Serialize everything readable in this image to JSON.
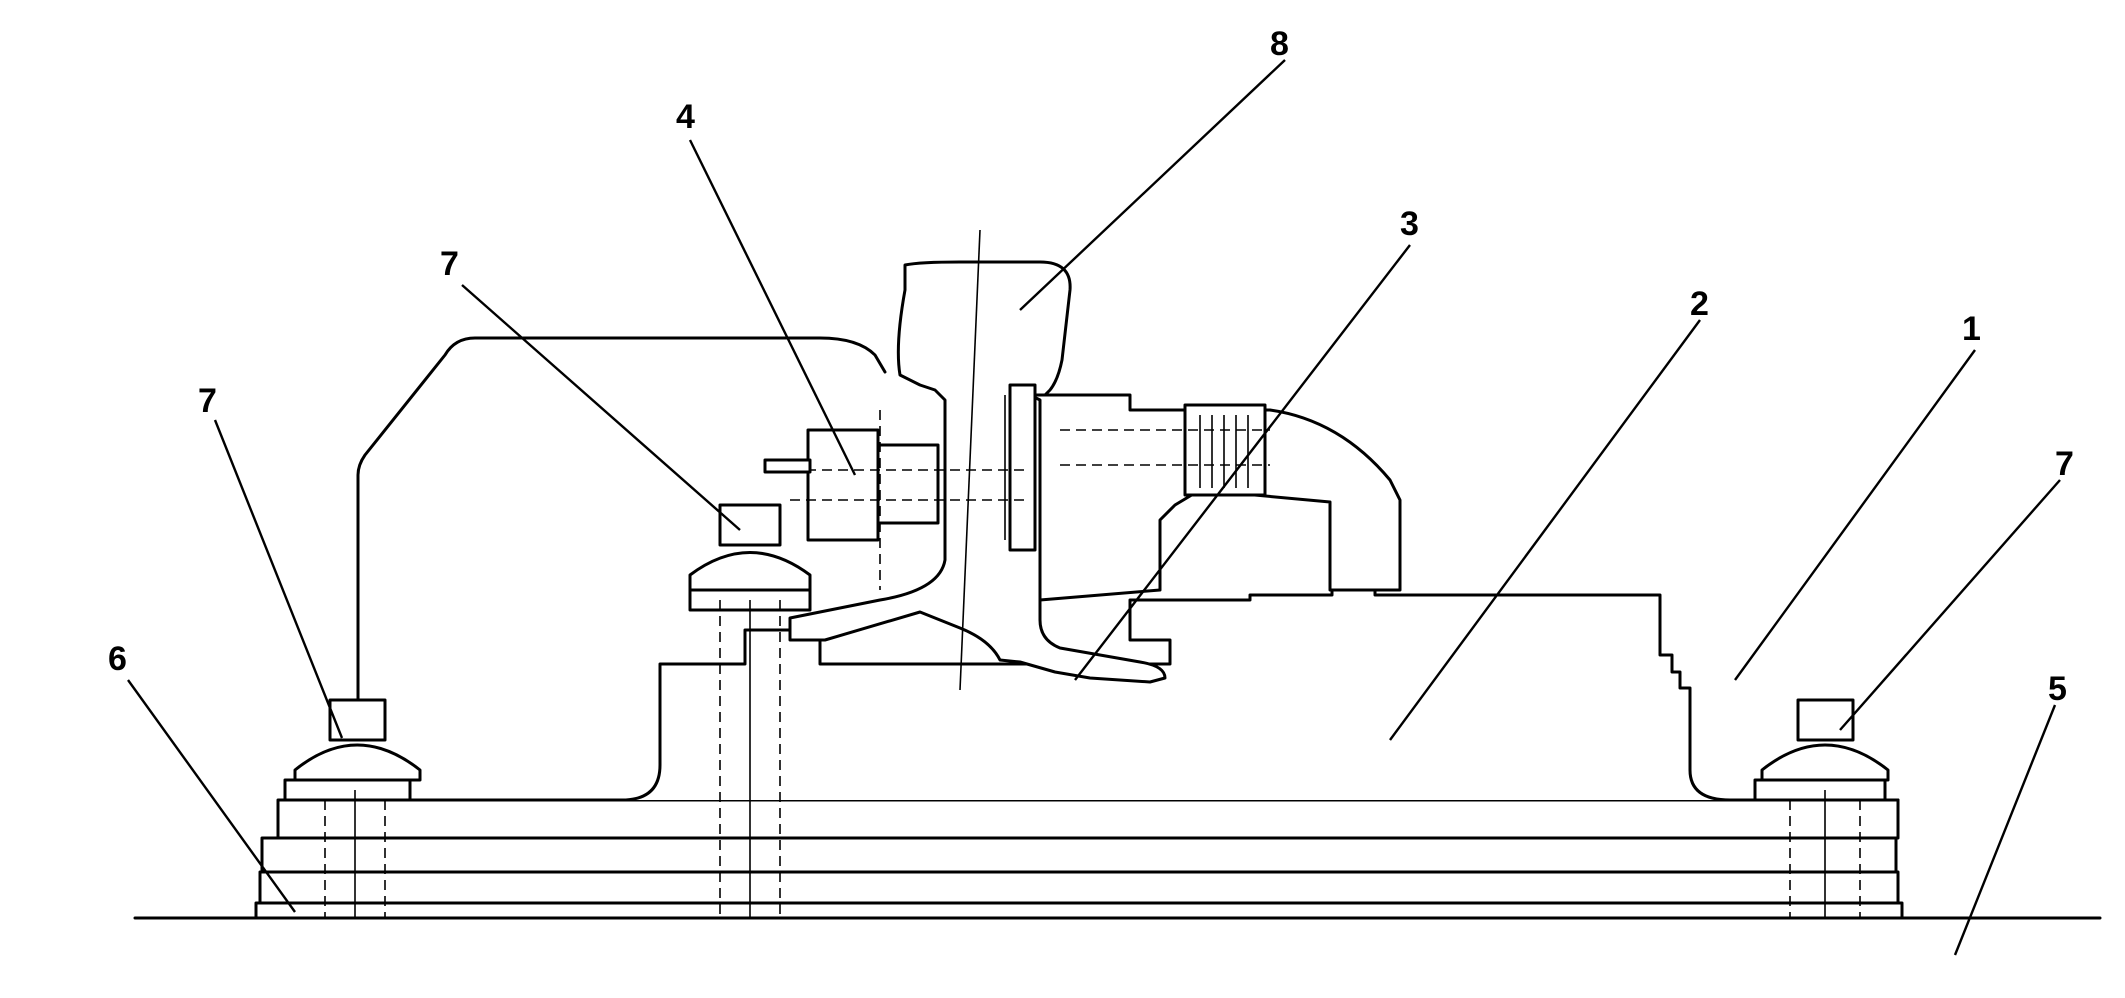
{
  "labels": {
    "l1": "1",
    "l2": "2",
    "l3": "3",
    "l4": "4",
    "l5": "5",
    "l6": "6",
    "l7a": "7",
    "l7b": "7",
    "l7c": "7",
    "l8": "8"
  }
}
